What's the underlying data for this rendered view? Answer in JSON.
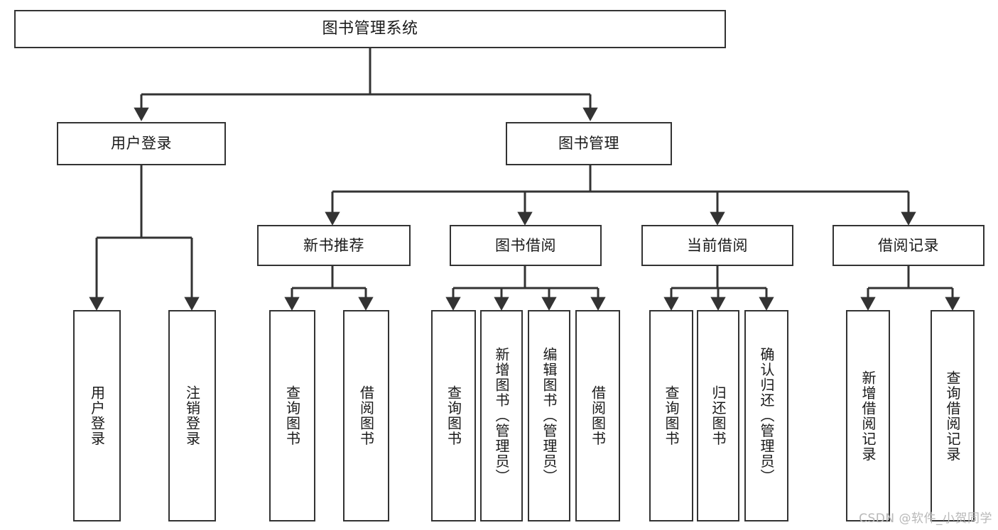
{
  "diagram": {
    "title": "图书管理系统",
    "type": "tree",
    "watermark": "CSDN @软件_小贺同学",
    "colors": {
      "box_border": "#333333",
      "box_fill": "#ffffff",
      "edge": "#333333",
      "text": "#1a1a1a",
      "watermark": "#b8b8b8",
      "background": "#ffffff"
    },
    "nodes": {
      "root": {
        "label": "图书管理系统",
        "orientation": "horizontal",
        "level": 0
      },
      "l1": [
        {
          "id": "user_login",
          "label": "用户登录",
          "orientation": "horizontal",
          "level": 1
        },
        {
          "id": "book_manage",
          "label": "图书管理",
          "orientation": "horizontal",
          "level": 1
        }
      ],
      "l2": [
        {
          "id": "new_book_rec",
          "label": "新书推荐",
          "orientation": "horizontal",
          "level": 2,
          "parent": "book_manage"
        },
        {
          "id": "book_borrow",
          "label": "图书借阅",
          "orientation": "horizontal",
          "level": 2,
          "parent": "book_manage"
        },
        {
          "id": "current_borrow",
          "label": "当前借阅",
          "orientation": "horizontal",
          "level": 2,
          "parent": "book_manage"
        },
        {
          "id": "borrow_record",
          "label": "借阅记录",
          "orientation": "horizontal",
          "level": 2,
          "parent": "book_manage"
        }
      ],
      "leaves": [
        {
          "id": "leaf_user_login",
          "label": "用户登录",
          "orientation": "vertical",
          "parent": "user_login"
        },
        {
          "id": "leaf_logout",
          "label": "注销登录",
          "orientation": "vertical",
          "parent": "user_login"
        },
        {
          "id": "leaf_query_book_1",
          "label": "查询图书",
          "orientation": "vertical",
          "parent": "new_book_rec"
        },
        {
          "id": "leaf_borrow_book_1",
          "label": "借阅图书",
          "orientation": "vertical",
          "parent": "new_book_rec"
        },
        {
          "id": "leaf_query_book_2",
          "label": "查询图书",
          "orientation": "vertical",
          "parent": "book_borrow"
        },
        {
          "id": "leaf_add_book",
          "label": "新增图书（管理员）",
          "orientation": "vertical",
          "parent": "book_borrow"
        },
        {
          "id": "leaf_edit_book",
          "label": "编辑图书（管理员）",
          "orientation": "vertical",
          "parent": "book_borrow"
        },
        {
          "id": "leaf_borrow_book_2",
          "label": "借阅图书",
          "orientation": "vertical",
          "parent": "book_borrow"
        },
        {
          "id": "leaf_query_book_3",
          "label": "查询图书",
          "orientation": "vertical",
          "parent": "current_borrow"
        },
        {
          "id": "leaf_return_book",
          "label": "归还图书",
          "orientation": "vertical",
          "parent": "current_borrow"
        },
        {
          "id": "leaf_confirm_return",
          "label": "确认归还（管理员）",
          "orientation": "vertical",
          "parent": "current_borrow"
        },
        {
          "id": "leaf_add_record",
          "label": "新增借阅记录",
          "orientation": "vertical",
          "parent": "borrow_record"
        },
        {
          "id": "leaf_query_record",
          "label": "查询借阅记录",
          "orientation": "vertical",
          "parent": "borrow_record"
        }
      ]
    }
  }
}
